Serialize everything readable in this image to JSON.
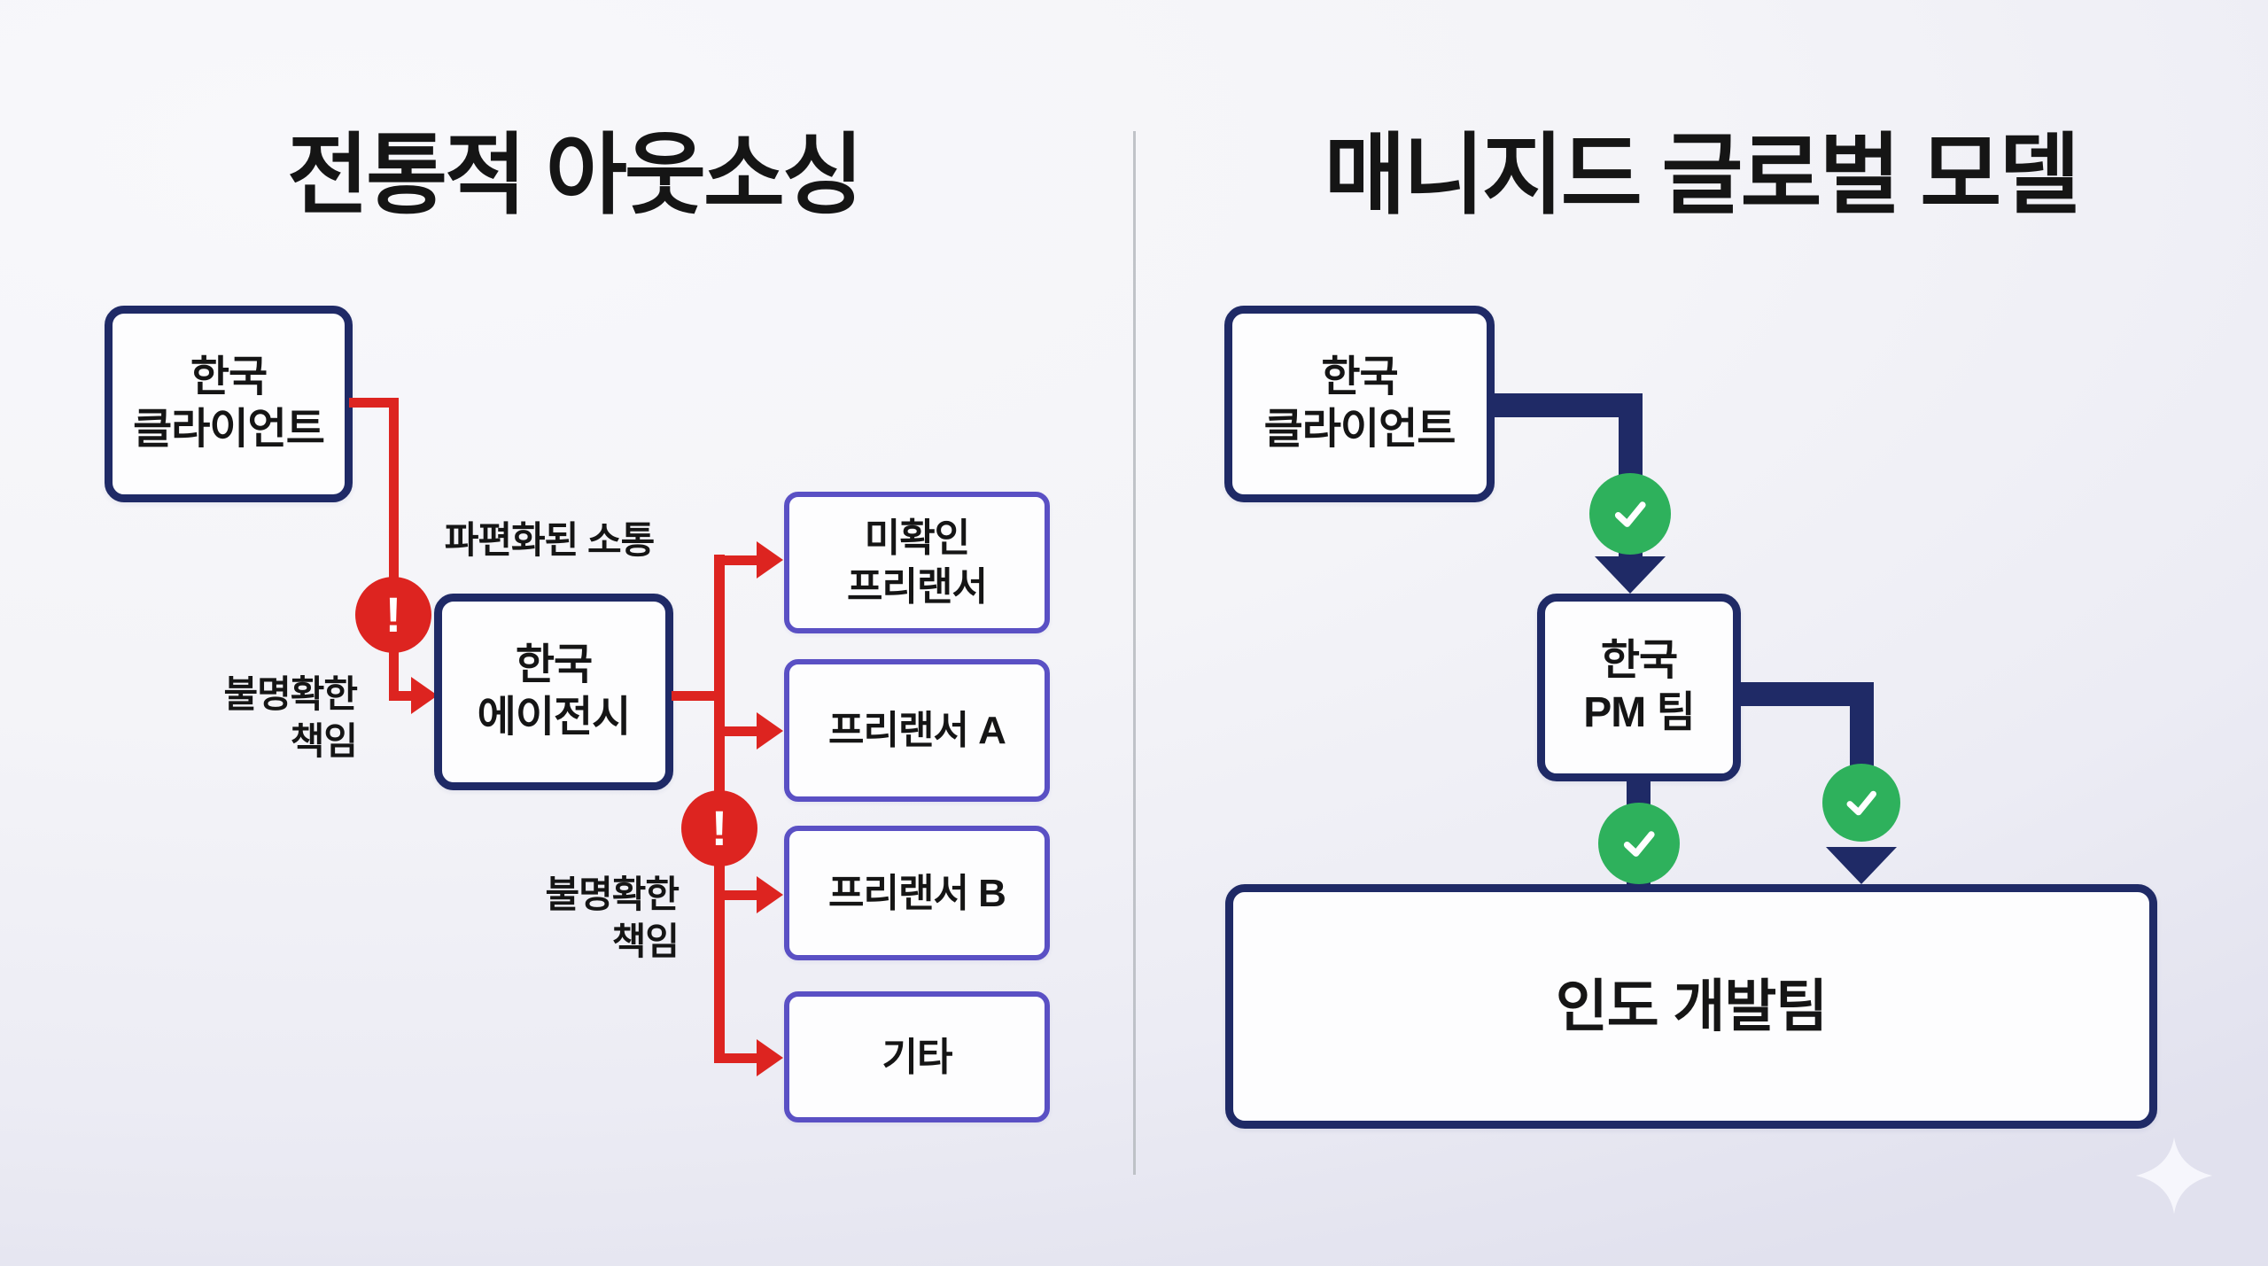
{
  "left": {
    "title": "전통적 아웃소싱",
    "client_box": "한국\n클라이언트",
    "agency_box": "한국\n에이전시",
    "fragmented_label": "파편화된 소통",
    "unclear_label_top": "불명확한\n책임",
    "unclear_label_bottom": "불명확한\n책임",
    "freelancers": [
      "미확인\n프리랜서",
      "프리랜서 A",
      "프리랜서 B",
      "기타"
    ]
  },
  "right": {
    "title": "매니지드 글로벌 모델",
    "client_box": "한국\n클라이언트",
    "pm_box": "한국\nPM 팀",
    "dev_box": "인도 개발팀"
  },
  "icons": {
    "warning_glyph": "!",
    "check_glyph": "checkmark",
    "sparkle_glyph": "four-point-star"
  },
  "colors": {
    "navy": "#1f2a66",
    "red": "#dd2420",
    "green": "#2eb15c",
    "purple": "#5a50c4",
    "text": "#151515",
    "divider": "#b6bac0",
    "box_bg": "#fdfdfe",
    "sparkle": "#f7f7fc"
  }
}
